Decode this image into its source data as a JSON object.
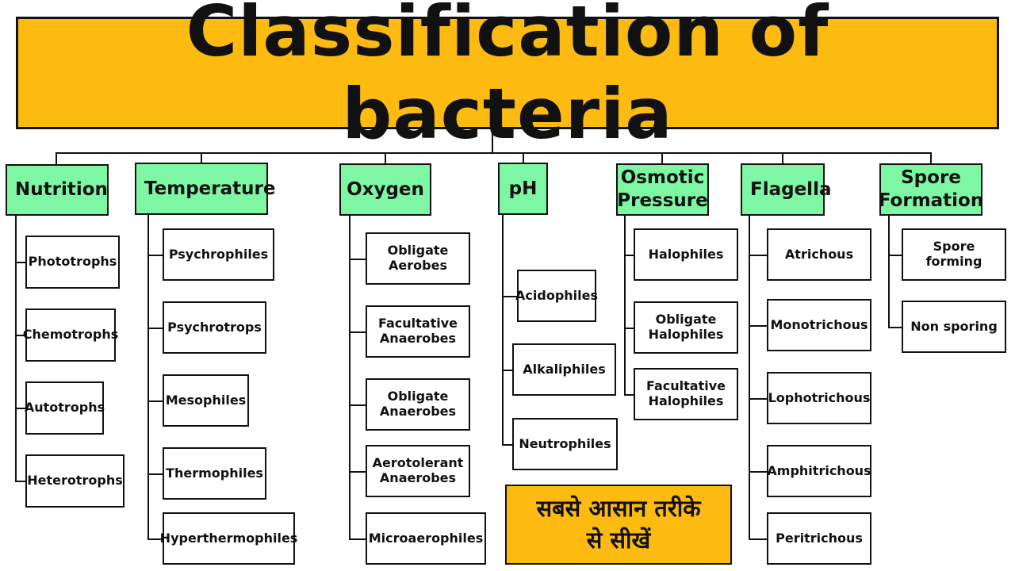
{
  "title": "Classification of bacteria",
  "colors": {
    "title_bg": "#fdbb11",
    "category_bg": "#7ef7a4",
    "note_bg": "#fdbb11"
  },
  "categories": [
    {
      "label": "Nutrition",
      "items": [
        "Phototrophs",
        "Chemotrophs",
        "Autotrophs",
        "Heterotrophs"
      ]
    },
    {
      "label": "Temperature",
      "items": [
        "Psychrophiles",
        "Psychrotrops",
        "Mesophiles",
        "Thermophiles",
        "Hyperthermophiles"
      ]
    },
    {
      "label": "Oxygen",
      "items": [
        "Obligate\nAerobes",
        "Facultative\nAnaerobes",
        "Obligate\nAnaerobes",
        "Aerotolerant\nAnaerobes",
        "Microaerophiles"
      ]
    },
    {
      "label": "pH",
      "items": [
        "Acidophiles",
        "Alkaliphiles",
        "Neutrophiles"
      ]
    },
    {
      "label": "Osmotic\nPressure",
      "items": [
        "Halophiles",
        "Obligate\nHalophiles",
        "Facultative\nHalophiles"
      ]
    },
    {
      "label": "Flagella",
      "items": [
        "Atrichous",
        "Monotrichous",
        "Lophotrichous",
        "Amphitrichous",
        "Peritrichous"
      ]
    },
    {
      "label": "Spore\nFormation",
      "items": [
        "Spore forming",
        "Non sporing"
      ]
    }
  ],
  "note": "सबसे आसान तरीके\nसे सीखें"
}
